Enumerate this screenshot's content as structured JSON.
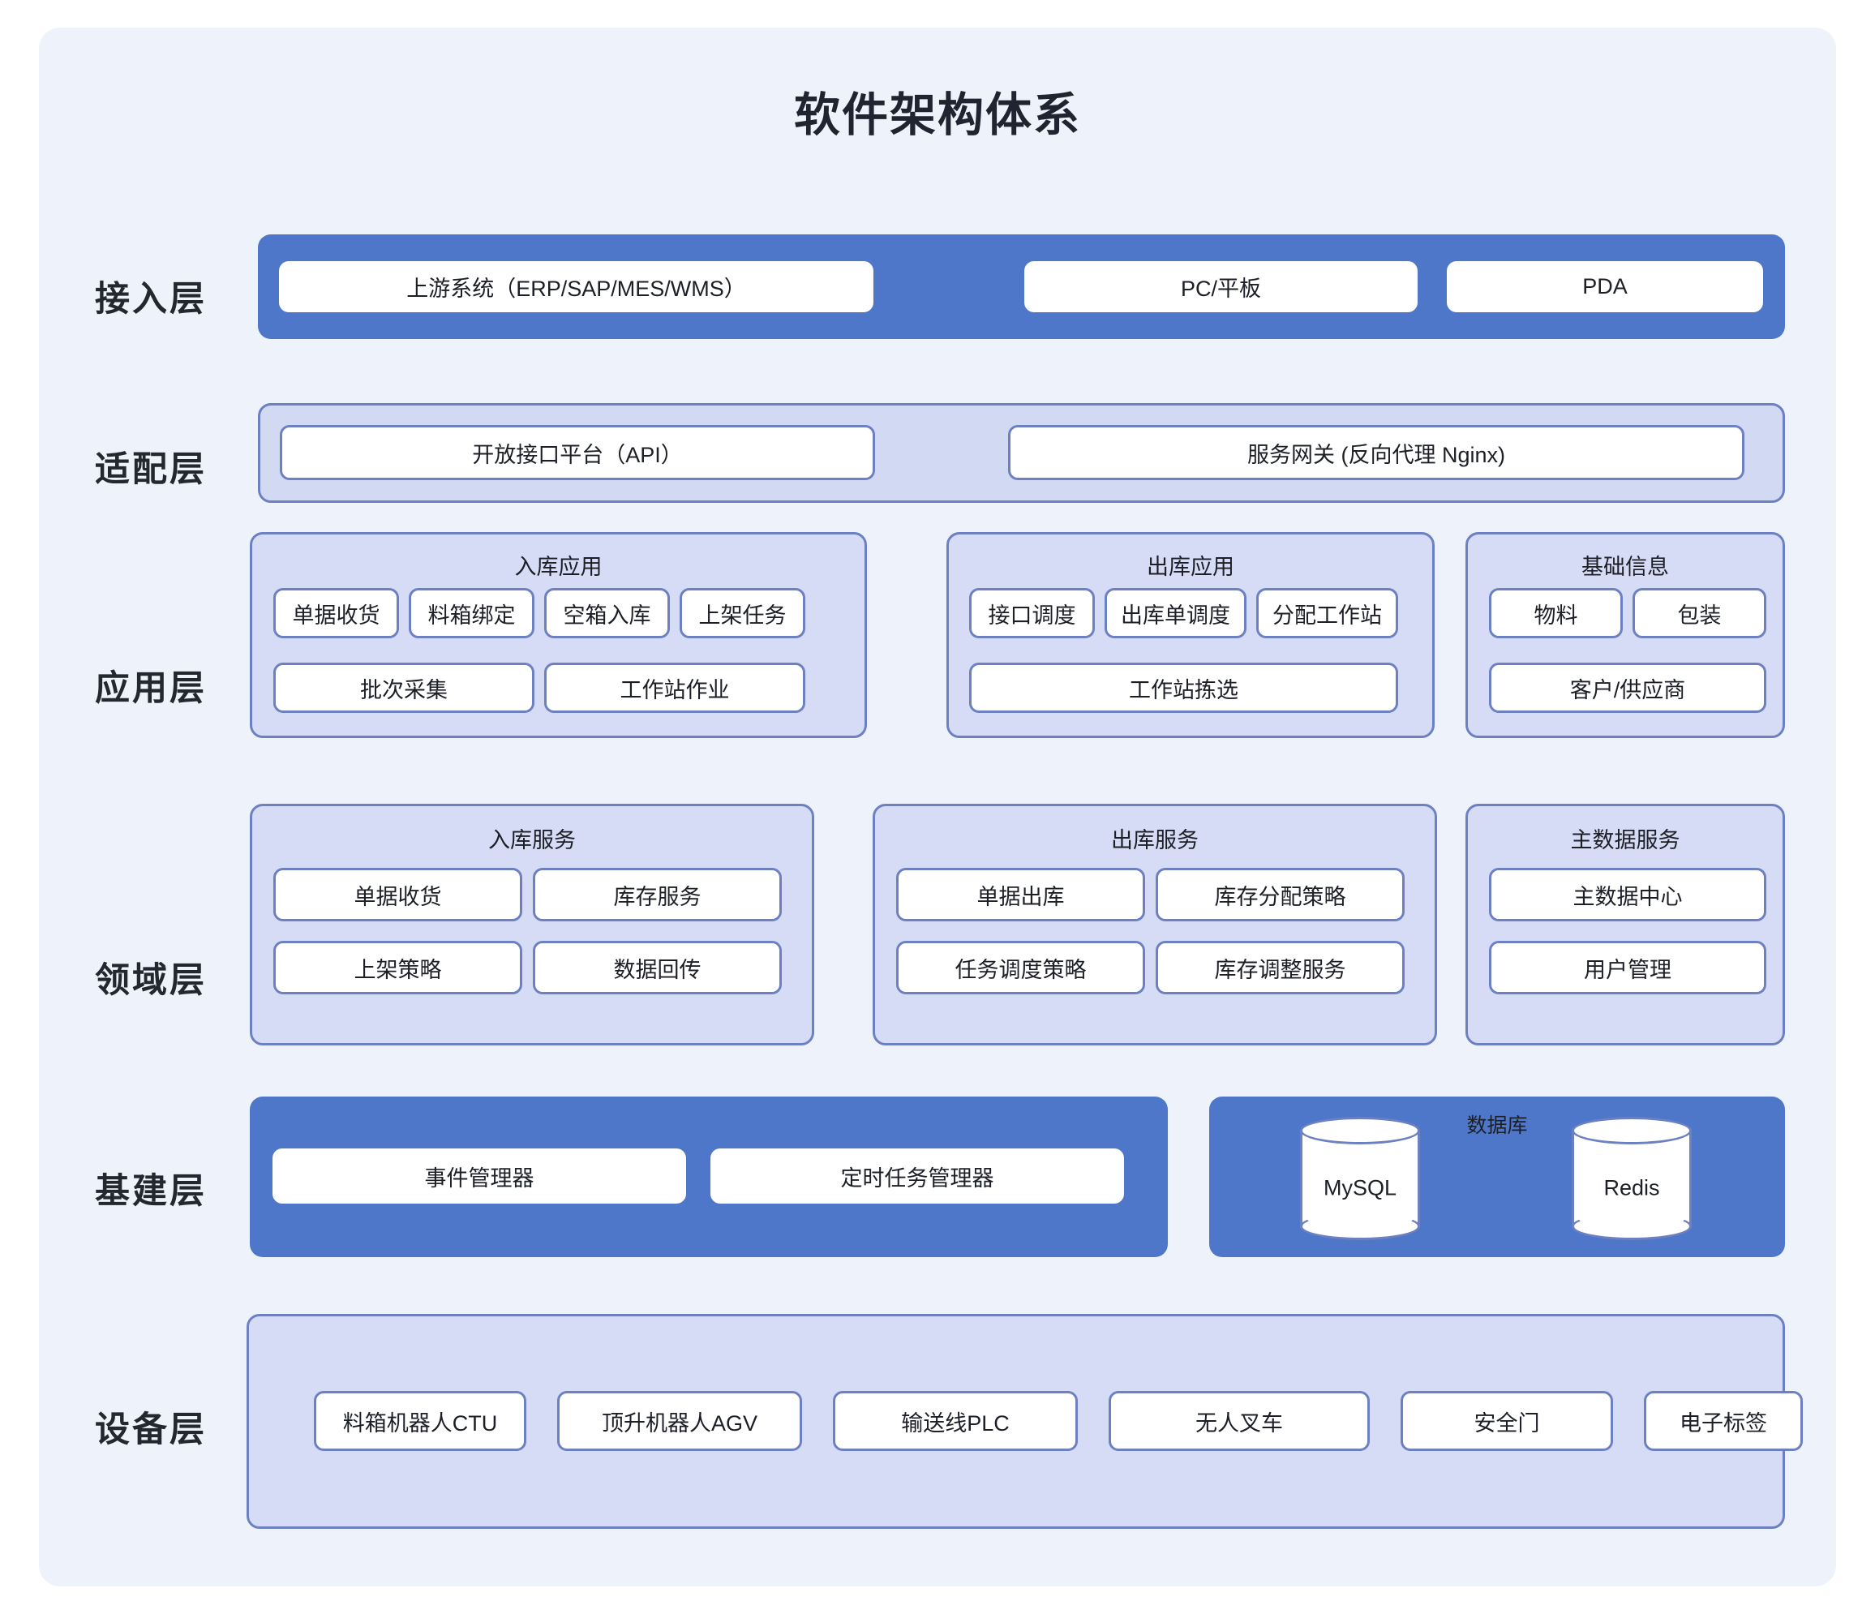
{
  "title": "软件架构体系",
  "colors": {
    "canvas_bg": "#eef3fb",
    "band_solid": "#4f77c9",
    "band_light": "#d2daf3",
    "group_card": "#d6dcf5",
    "border": "#6c80c2",
    "text": "#1c1f26"
  },
  "layers": [
    {
      "label": "接入层",
      "style": "solid",
      "items": [
        {
          "label": "上游系统（ERP/SAP/MES/WMS）"
        },
        {
          "label": "PC/平板"
        },
        {
          "label": "PDA"
        }
      ]
    },
    {
      "label": "适配层",
      "style": "light",
      "items": [
        {
          "label": "开放接口平台（API）"
        },
        {
          "label": "服务网关 (反向代理 Nginx)"
        }
      ]
    },
    {
      "label": "应用层",
      "style": "groups",
      "groups": [
        {
          "title": "入库应用",
          "row1": [
            "单据收货",
            "料箱绑定",
            "空箱入库",
            "上架任务"
          ],
          "row2": [
            "批次采集",
            "工作站作业"
          ]
        },
        {
          "title": "出库应用",
          "row1": [
            "接口调度",
            "出库单调度",
            "分配工作站"
          ],
          "row2": [
            "工作站拣选"
          ]
        },
        {
          "title": "基础信息",
          "row1": [
            "物料",
            "包装"
          ],
          "row2": [
            "客户/供应商"
          ]
        }
      ]
    },
    {
      "label": "领域层",
      "style": "groups",
      "groups": [
        {
          "title": "入库服务",
          "row1": [
            "单据收货",
            "库存服务"
          ],
          "row2": [
            "上架策略",
            "数据回传"
          ]
        },
        {
          "title": "出库服务",
          "row1": [
            "单据出库",
            "库存分配策略"
          ],
          "row2": [
            "任务调度策略",
            "库存调整服务"
          ]
        },
        {
          "title": "主数据服务",
          "row1": [
            "主数据中心"
          ],
          "row2": [
            "用户管理"
          ]
        }
      ]
    },
    {
      "label": "基建层",
      "style": "infra",
      "items": [
        "事件管理器",
        "定时任务管理器"
      ],
      "database": {
        "title": "数据库",
        "nodes": [
          "MySQL",
          "Redis"
        ]
      }
    },
    {
      "label": "设备层",
      "style": "device",
      "items": [
        "料箱机器人CTU",
        "顶升机器人AGV",
        "输送线PLC",
        "无人叉车",
        "安全门",
        "电子标签"
      ]
    }
  ]
}
